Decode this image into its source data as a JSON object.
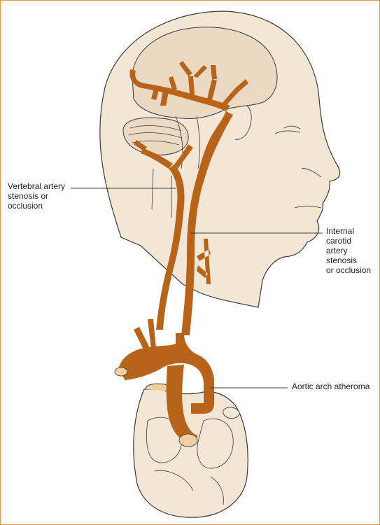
{
  "labels": {
    "vertebral": [
      "Vertebral artery",
      "stenosis or",
      "occlusion"
    ],
    "carotid": [
      "Internal",
      "carotid",
      "artery",
      "stenosis",
      "or occlusion"
    ],
    "aortic": [
      "Aortic arch atheroma"
    ]
  },
  "colors": {
    "skin": "#f3e6d4",
    "artery": "#b8631a",
    "vessel_end": "#f0cfa0",
    "outline": "#3a3a3a",
    "frame": "#d89a55"
  }
}
